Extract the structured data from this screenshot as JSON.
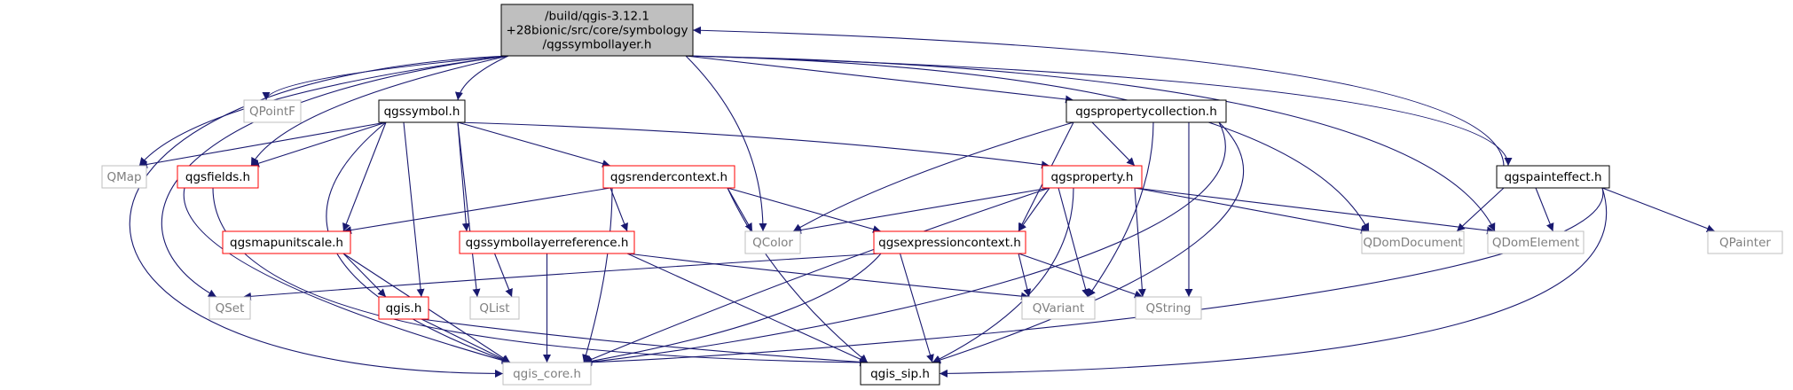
{
  "diagram": {
    "nodes": [
      {
        "id": "root",
        "lines": [
          "/build/qgis-3.12.1",
          "+28bionic/src/core/symbology",
          "/qgssymbollayer.h"
        ],
        "style": "root"
      },
      {
        "id": "qgspointf",
        "lines": [
          "QPointF"
        ],
        "style": "gray"
      },
      {
        "id": "qgssymbol",
        "lines": [
          "qgssymbol.h"
        ],
        "style": "black"
      },
      {
        "id": "qgspropcoll",
        "lines": [
          "qgspropertycollection.h"
        ],
        "style": "black"
      },
      {
        "id": "qmap",
        "lines": [
          "QMap"
        ],
        "style": "gray"
      },
      {
        "id": "qgsfields",
        "lines": [
          "qgsfields.h"
        ],
        "style": "red"
      },
      {
        "id": "qgsrendercontext",
        "lines": [
          "qgsrendercontext.h"
        ],
        "style": "red"
      },
      {
        "id": "qgsproperty",
        "lines": [
          "qgsproperty.h"
        ],
        "style": "red"
      },
      {
        "id": "qgspainteffect",
        "lines": [
          "qgspainteffect.h"
        ],
        "style": "black"
      },
      {
        "id": "qgsmapunitscale",
        "lines": [
          "qgsmapunitscale.h"
        ],
        "style": "red"
      },
      {
        "id": "qgssymlayerref",
        "lines": [
          "qgssymbollayerreference.h"
        ],
        "style": "red"
      },
      {
        "id": "qcolor",
        "lines": [
          "QColor"
        ],
        "style": "gray"
      },
      {
        "id": "qgsexprctx",
        "lines": [
          "qgsexpressioncontext.h"
        ],
        "style": "red"
      },
      {
        "id": "qdomdocument",
        "lines": [
          "QDomDocument"
        ],
        "style": "gray"
      },
      {
        "id": "qdomelement",
        "lines": [
          "QDomElement"
        ],
        "style": "gray"
      },
      {
        "id": "qpainter",
        "lines": [
          "QPainter"
        ],
        "style": "gray"
      },
      {
        "id": "qset",
        "lines": [
          "QSet"
        ],
        "style": "gray"
      },
      {
        "id": "qgis",
        "lines": [
          "qgis.h"
        ],
        "style": "red"
      },
      {
        "id": "qlist",
        "lines": [
          "QList"
        ],
        "style": "gray"
      },
      {
        "id": "qvariant",
        "lines": [
          "QVariant"
        ],
        "style": "gray"
      },
      {
        "id": "qstring",
        "lines": [
          "QString"
        ],
        "style": "gray"
      },
      {
        "id": "qgiscore",
        "lines": [
          "qgis_core.h"
        ],
        "style": "gray"
      },
      {
        "id": "qgissip",
        "lines": [
          "qgis_sip.h"
        ],
        "style": "black"
      }
    ],
    "colors": {
      "edge": "#191970",
      "root_fill": "#bfbfbf",
      "black_border": "#000000",
      "red_border": "#ff0000",
      "gray_border": "#bfbfbf",
      "gray_text": "#7f7f7f",
      "text": "#000000"
    }
  }
}
